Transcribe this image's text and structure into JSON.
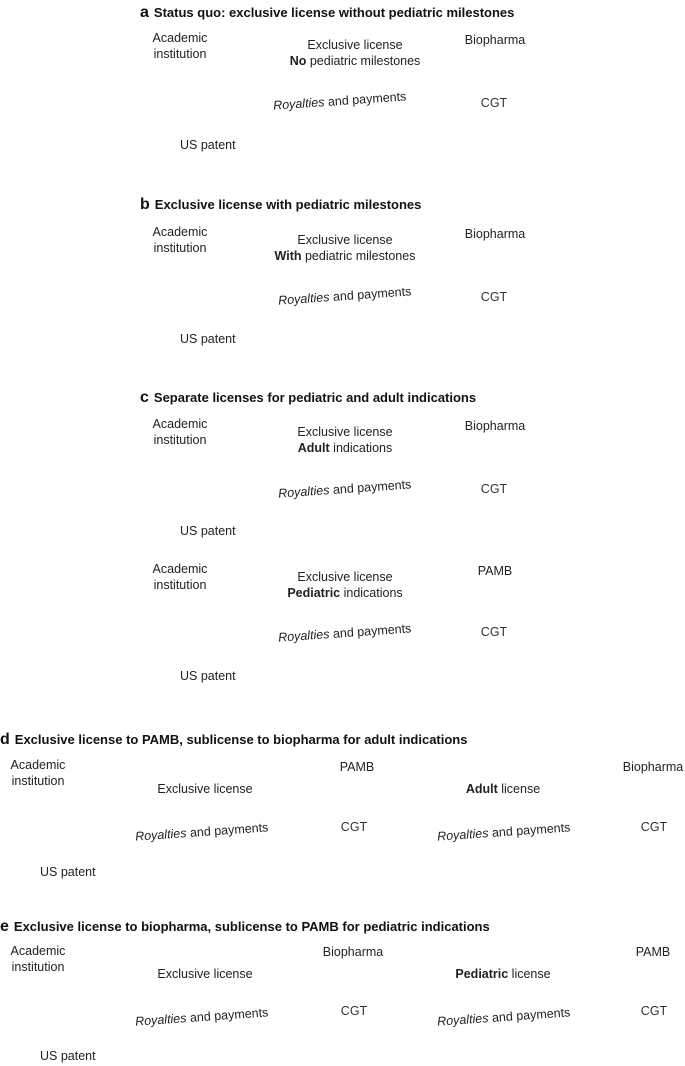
{
  "panels": {
    "a": {
      "letter": "a",
      "title": "Status quo: exclusive license without pediatric milestones",
      "left_label": [
        "Academic",
        "institution"
      ],
      "right_label": "Biopharma",
      "top_arrow": [
        "Exclusive license",
        "No",
        " pediatric milestones"
      ],
      "bottom_arrow": [
        "Royalties",
        " and payments"
      ],
      "patent": "US patent",
      "bag": "CGT",
      "bag_color": "blue"
    },
    "b": {
      "letter": "b",
      "title": "Exclusive license with pediatric milestones",
      "left_label": [
        "Academic",
        "institution"
      ],
      "right_label": "Biopharma",
      "top_arrow": [
        "Exclusive license",
        "With",
        " pediatric milestones"
      ],
      "bottom_arrow": [
        "Royalties",
        " and payments"
      ],
      "patent": "US patent",
      "bag": "CGT",
      "bag_color": "blue"
    },
    "c": {
      "letter": "c",
      "title": "Separate licenses for pediatric and adult indications",
      "row1": {
        "left_label": [
          "Academic",
          "institution"
        ],
        "right_label": "Biopharma",
        "top_arrow": [
          "Exclusive license",
          "Adult",
          " indications"
        ],
        "bottom_arrow": [
          "Royalties",
          " and payments"
        ],
        "patent": "US patent",
        "bag": "CGT",
        "bag_color": "blue"
      },
      "row2": {
        "left_label": [
          "Academic",
          "institution"
        ],
        "right_label": "PAMB",
        "top_arrow": [
          "Exclusive license",
          "Pediatric",
          " indications"
        ],
        "bottom_arrow": [
          "Royalties",
          " and payments"
        ],
        "patent": "US patent",
        "bag": "CGT",
        "bag_color": "red"
      }
    },
    "d": {
      "letter": "d",
      "title": "Exclusive license to PAMB, sublicense to biopharma for adult indications",
      "left_label": [
        "Academic",
        "institution"
      ],
      "middle_label": "PAMB",
      "right_label": "Biopharma",
      "arrow1_top": "Exclusive license",
      "arrow2_top": [
        "Adult",
        " license"
      ],
      "bottom_arrow": [
        "Royalties",
        " and payments"
      ],
      "patent": "US patent",
      "bag": "CGT",
      "middle_color": "red",
      "right_color": "blue"
    },
    "e": {
      "letter": "e",
      "title": "Exclusive license to biopharma, sublicense to PAMB for pediatric indications",
      "left_label": [
        "Academic",
        "institution"
      ],
      "middle_label": "Biopharma",
      "right_label": "PAMB",
      "arrow1_top": "Exclusive license",
      "arrow2_top": [
        "Pediatric",
        " license"
      ],
      "bottom_arrow": [
        "Royalties",
        " and payments"
      ],
      "patent": "US patent",
      "bag": "CGT",
      "middle_color": "blue",
      "right_color": "red"
    }
  },
  "colors": {
    "arrow": "#3a4a6b",
    "blue_bag": "#bfe3f7",
    "blue_bag_edge": "#6bb8e3",
    "red_bag": "#f7c3c3",
    "red_bag_edge": "#e58a8a",
    "building": "#8da3c9",
    "money": "#3a9b4a"
  }
}
